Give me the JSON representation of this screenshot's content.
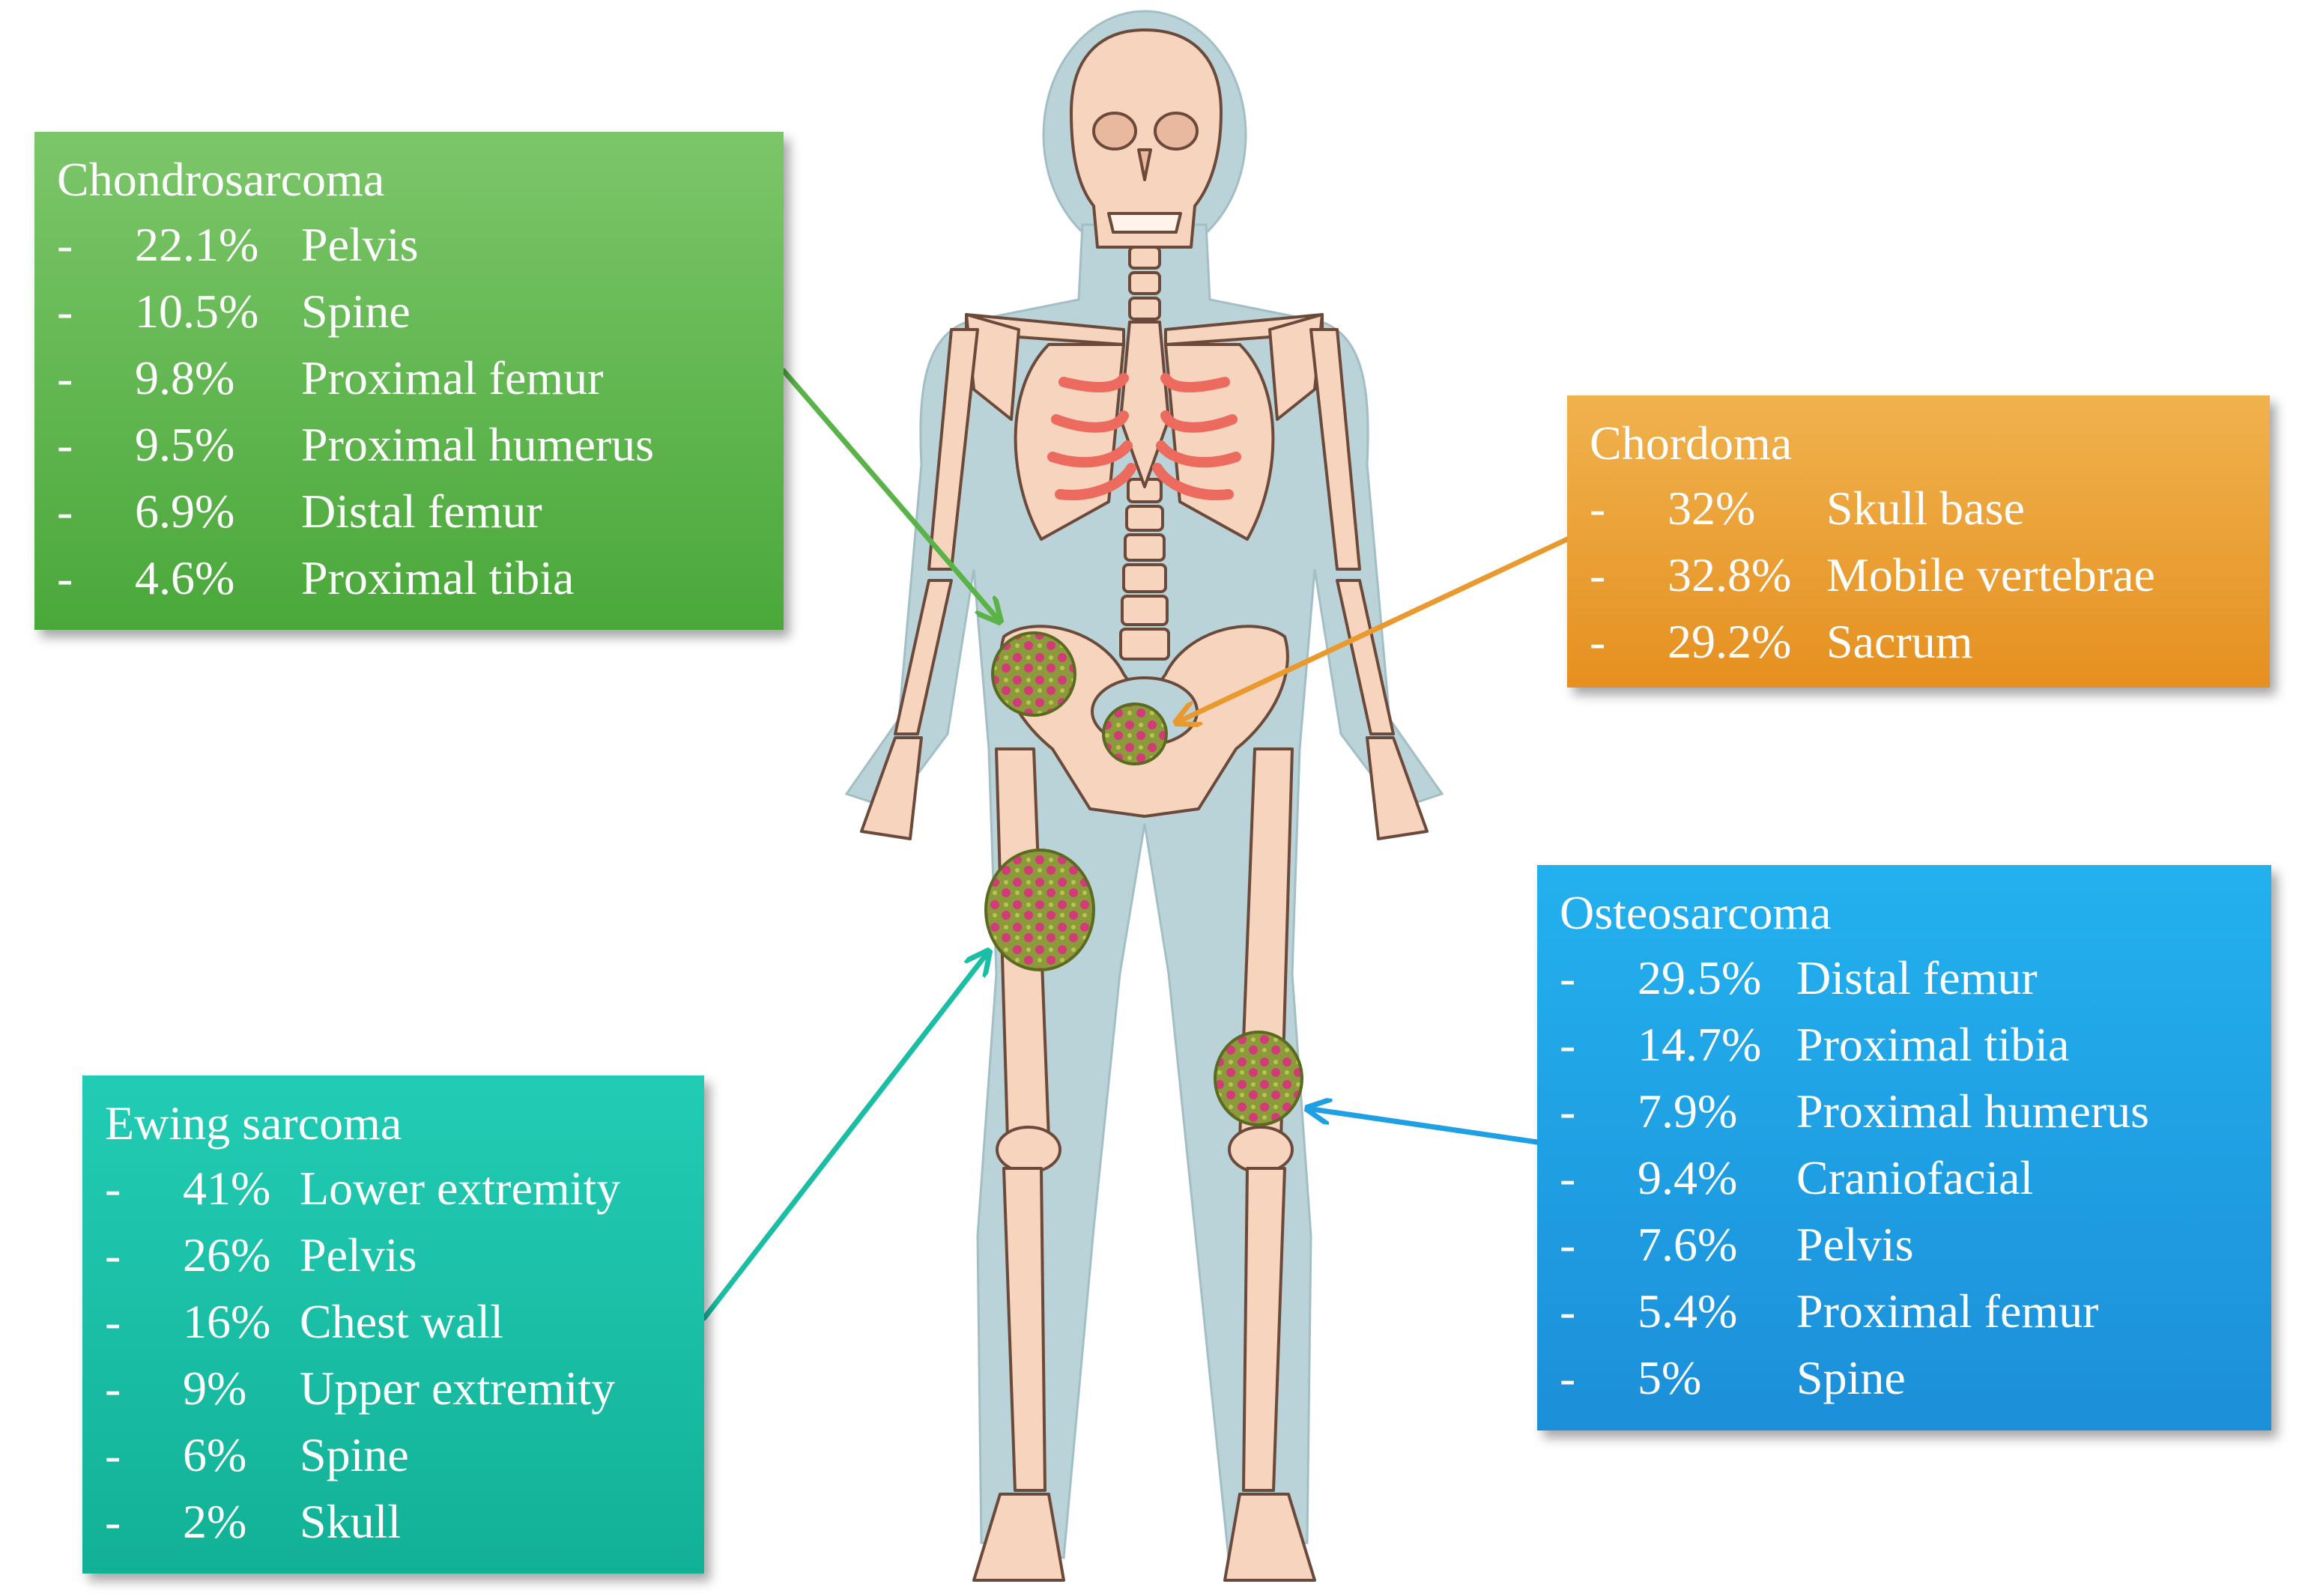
{
  "colors": {
    "chondrosarcoma": "#59b346",
    "chordoma": "#e9992d",
    "osteosarcoma": "#1f9fe4",
    "ewing_sarcoma": "#19bea4",
    "body_silhouette": "#b9d3d8",
    "bone": "#f7d4bd",
    "bone_outline": "#6b4a3c",
    "cartilage": "#ec6a5e",
    "tumor": "#8c9a3b",
    "tumor_dot": "#d33a7a"
  },
  "boxes": {
    "chondrosarcoma": {
      "title": "Chondrosarcoma",
      "items": [
        {
          "dash": "-",
          "pct": "22.1%",
          "site": "Pelvis"
        },
        {
          "dash": "-",
          "pct": "10.5%",
          "site": "Spine"
        },
        {
          "dash": "-",
          "pct": "9.8%",
          "site": "Proximal femur"
        },
        {
          "dash": "-",
          "pct": "9.5%",
          "site": "Proximal humerus"
        },
        {
          "dash": "-",
          "pct": "6.9%",
          "site": "Distal femur"
        },
        {
          "dash": "-",
          "pct": "4.6%",
          "site": "Proximal tibia"
        }
      ]
    },
    "chordoma": {
      "title": "Chordoma",
      "items": [
        {
          "dash": "-",
          "pct": "32%",
          "site": "Skull base"
        },
        {
          "dash": "-",
          "pct": "32.8%",
          "site": "Mobile vertebrae"
        },
        {
          "dash": "-",
          "pct": "29.2%",
          "site": "Sacrum"
        }
      ]
    },
    "osteosarcoma": {
      "title": "Osteosarcoma",
      "items": [
        {
          "dash": "-",
          "pct": "29.5%",
          "site": "Distal femur"
        },
        {
          "dash": "-",
          "pct": "14.7%",
          "site": "Proximal tibia"
        },
        {
          "dash": "-",
          "pct": "7.9%",
          "site": "Proximal humerus"
        },
        {
          "dash": "-",
          "pct": "9.4%",
          "site": "Craniofacial"
        },
        {
          "dash": "-",
          "pct": "7.6%",
          "site": "Pelvis"
        },
        {
          "dash": "-",
          "pct": "5.4%",
          "site": "Proximal femur"
        },
        {
          "dash": "-",
          "pct": "5%",
          "site": "Spine"
        }
      ]
    },
    "ewing_sarcoma": {
      "title": "Ewing sarcoma",
      "items": [
        {
          "dash": "-",
          "pct": "41%",
          "site": "Lower extremity"
        },
        {
          "dash": "-",
          "pct": "26%",
          "site": "Pelvis"
        },
        {
          "dash": "-",
          "pct": "16%",
          "site": "Chest wall"
        },
        {
          "dash": "-",
          "pct": "9%",
          "site": "Upper extremity"
        },
        {
          "dash": "-",
          "pct": "6%",
          "site": "Spine"
        },
        {
          "dash": "-",
          "pct": "2%",
          "site": "Skull"
        }
      ]
    }
  }
}
